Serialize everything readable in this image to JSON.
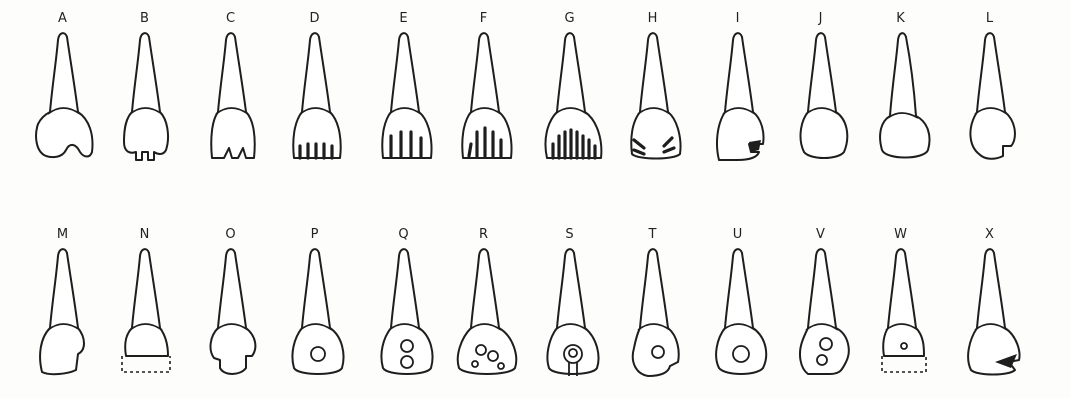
{
  "rows": [
    {
      "labels": [
        "A",
        "B",
        "C",
        "D",
        "E",
        "F",
        "G",
        "H",
        "I",
        "J",
        "K",
        "L"
      ]
    },
    {
      "labels": [
        "M",
        "N",
        "O",
        "P",
        "Q",
        "R",
        "S",
        "T",
        "U",
        "V",
        "W",
        "X"
      ]
    }
  ],
  "colors": {
    "line": "#1e1e1e",
    "background": "#fdfdfc"
  }
}
